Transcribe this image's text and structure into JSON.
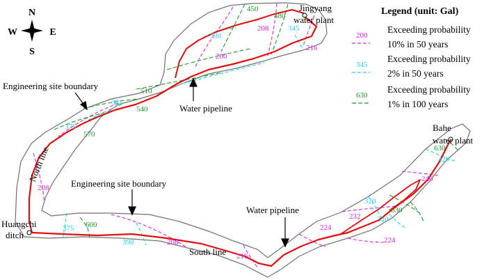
{
  "compass": {
    "n": "N",
    "s": "S",
    "e": "E",
    "w": "W"
  },
  "legend": {
    "title": "Legend (unit: Gal)",
    "items": [
      {
        "value": "200",
        "line1": "Exceeding probability",
        "line2": "10% in 50 years",
        "color": "#e020e0"
      },
      {
        "value": "345",
        "line1": "Exceeding probability",
        "line2": "2% in 50 years",
        "color": "#22d4e8"
      },
      {
        "value": "630",
        "line1": "Exceeding probability",
        "line2": "1% in 100 years",
        "color": "#1e9a2a"
      }
    ]
  },
  "labels": {
    "jingyang_1": "Jingyang",
    "jingyang_2": "water plant",
    "bahe_1": "Bahe",
    "bahe_2": "water plant",
    "huangchi_1": "Huangchi",
    "huangchi_2": "ditch",
    "boundary_north": "Engineering site boundary",
    "boundary_south": "Engineering site boundary",
    "pipeline_north": "Water pipeline",
    "pipeline_south": "Water pipeline",
    "north_line": "North line",
    "south_line": "South line"
  },
  "contour_values": {
    "c450": "450",
    "c480": "480",
    "c345a": "345",
    "c330": "330",
    "c208a": "208",
    "c216a": "216",
    "c200": "200",
    "c510": "510",
    "c381": "381",
    "c540": "540",
    "c375a": "375",
    "c570": "570",
    "c208b": "208",
    "c375b": "375",
    "c600": "600",
    "c390": "390",
    "c208c": "208",
    "c216b": "216",
    "c224a": "224",
    "c232": "232",
    "c320a": "320",
    "c630": "630",
    "c320b": "320",
    "c224b": "224",
    "c240": "240",
    "c420": "420",
    "c630b": "630"
  },
  "colors": {
    "pipeline": "#e01010",
    "boundary": "#707070",
    "p10": "#e020e0",
    "p2": "#22d4e8",
    "p1": "#1e9a2a"
  }
}
